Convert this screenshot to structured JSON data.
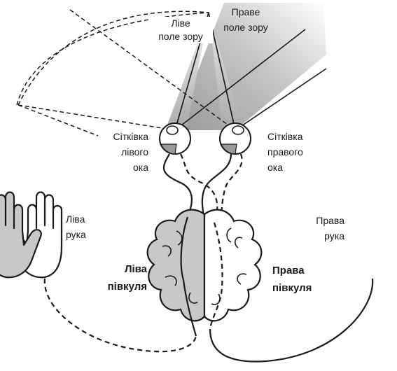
{
  "labels": {
    "left_field": [
      "Ліве",
      "поле зору"
    ],
    "right_field": [
      "Праве",
      "поле зору"
    ],
    "left_retina": [
      "Сітківка",
      "лівого",
      "ока"
    ],
    "right_retina": [
      "Сітківка",
      "правого",
      "ока"
    ],
    "left_hand": [
      "Ліва",
      "рука"
    ],
    "right_hand": [
      "Права",
      "рука"
    ],
    "left_hemisphere": [
      "Ліва",
      "півкуля"
    ],
    "right_hemisphere": [
      "Права",
      "півкуля"
    ]
  },
  "colors": {
    "stroke": "#1a1a1a",
    "fill_gray": "#c8c8c8",
    "beam_light": "#e2e2e2",
    "beam_dark": "#9a9a9a"
  }
}
